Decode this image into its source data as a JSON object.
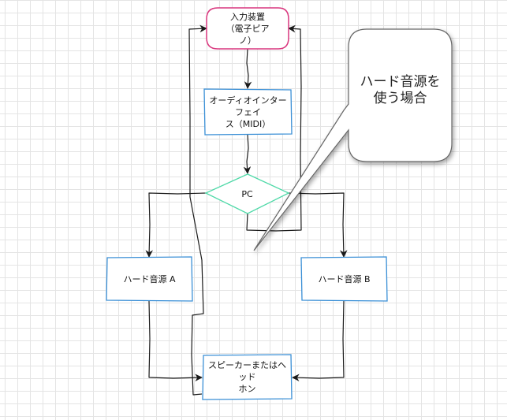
{
  "nodes": {
    "input": "入力装置\n（電子ピア\nノ）",
    "interface": "オーディオインターフェイ\nス（MIDI）",
    "pc": "PC",
    "sound_a": "ハード音源 A",
    "sound_b": "ハード音源 B",
    "speaker": "スピーカーまたはヘッド\nホン"
  },
  "callout": {
    "text": "ハード音源を\n使う場合"
  },
  "colors": {
    "input_border": "#d9367e",
    "box_border": "#3a8fd6",
    "pc_border": "#4fd9a8",
    "edge": "#1a1a1a",
    "callout_border": "#666666"
  }
}
